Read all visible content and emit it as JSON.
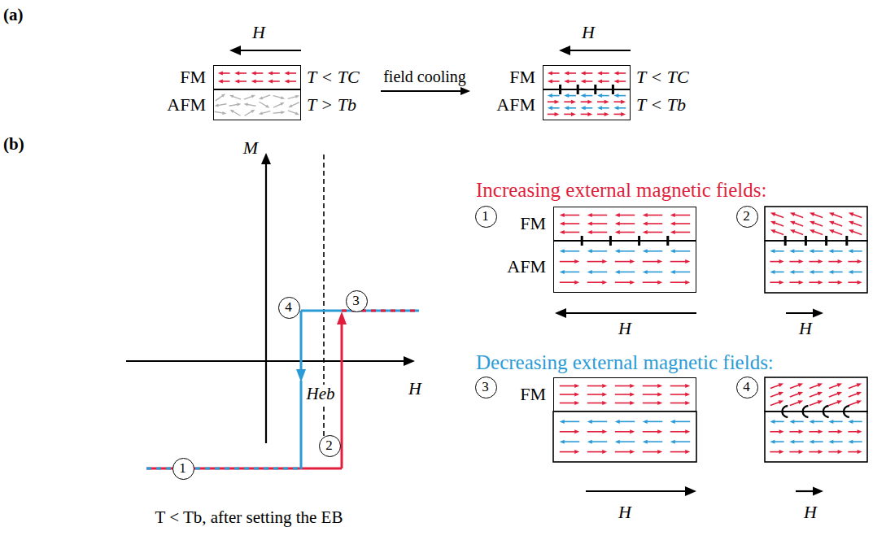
{
  "diagram": {
    "nodes": [
      {
        "text": [
          "FM",
          "T < TC"
        ]
      },
      {
        "text": [
          "AFM",
          "T > Tb"
        ]
      },
      {
        "text": [
          "FM",
          "T < TC"
        ]
      },
      {
        "text": [
          "AFM",
          "T < Tb"
        ]
      },
      {
        "text": [
          "4"
        ]
      },
      {
        "text": [
          "3"
        ]
      },
      {
        "text": [
          "2"
        ]
      },
      {
        "text": [
          "1"
        ]
      },
      {
        "text": [
          "1"
        ]
      },
      {
        "text": [
          "FM"
        ]
      },
      {
        "text": [
          "AFM"
        ]
      },
      {
        "text": [
          "2"
        ]
      },
      {
        "text": [
          "3"
        ]
      },
      {
        "text": [
          "FM"
        ]
      },
      {
        "text": [
          "4"
        ]
      }
    ],
    "labels": [
      "(a)",
      "H",
      "field cooling",
      "H",
      "(b)",
      "M",
      "H",
      "Heb",
      "T < Tb, after setting the EB",
      "Increasing external magnetic fields:",
      "Decreasing external magnetic fields:",
      "H",
      "H",
      "H",
      "H"
    ]
  }
}
